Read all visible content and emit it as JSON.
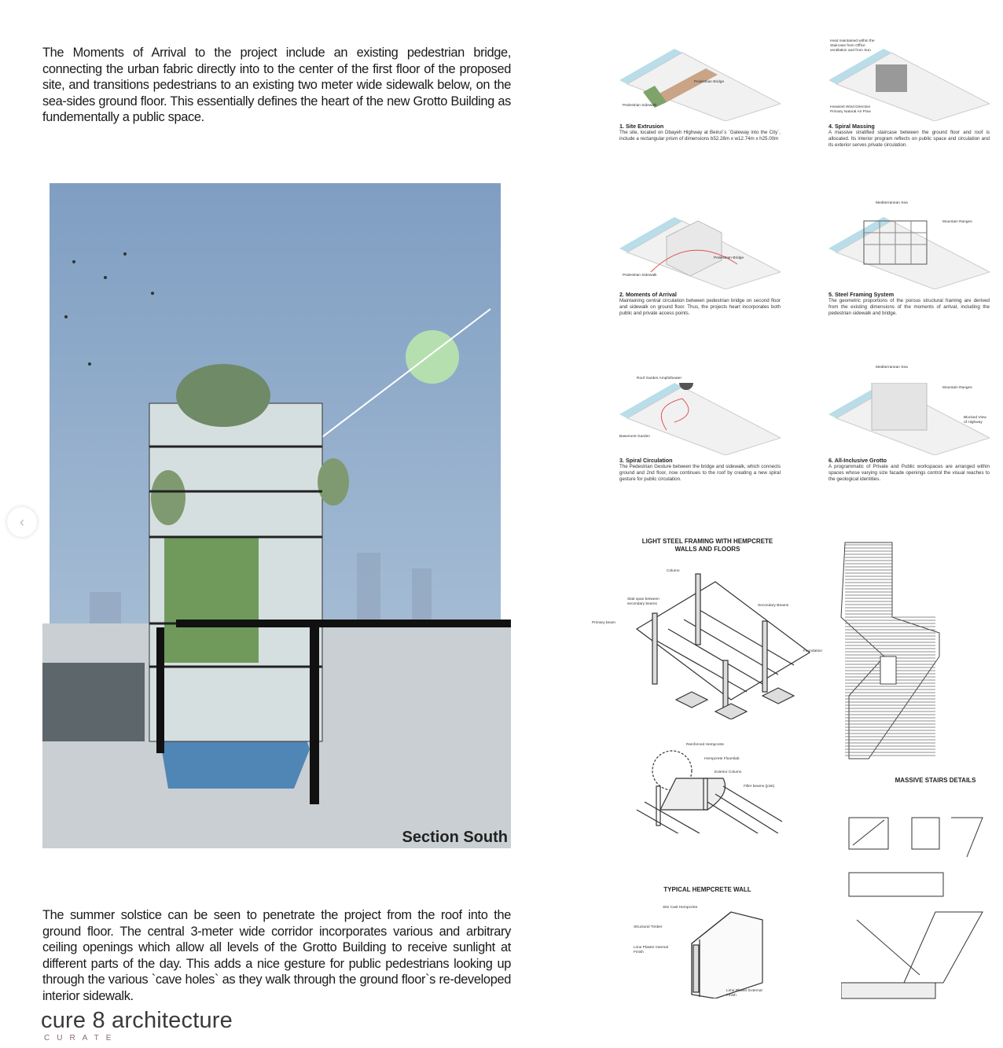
{
  "intro_text": "The Moments of Arrival to the project include an existing pedestrian bridge, connecting the urban fabric directly into to the center of the first floor of the proposed site, and transitions pedestrians to an existing two meter wide sidewalk below, on the sea-sides ground floor. This essentially defines the heart of the new Grotto Building as fundementally a public space.",
  "section": {
    "title": "Section South"
  },
  "nav": {
    "prev": "‹"
  },
  "closing_text": "The summer solstice can be seen to penetrate the project from the roof into the ground floor. The central 3-meter wide corridor incorporates various and arbitrary ceiling openings which allow all levels of the Grotto Building to receive sunlight at different parts of the day. This adds a nice gesture for public pedestrians looking up through the various `cave holes` as they walk through the ground floor`s re-developed interior sidewalk.",
  "diagrams": [
    {
      "title": "1.  Site Extrusion",
      "text": "The site, located on Dbayeh Highway at Beirut`s `Gateway into the City`, include a rectangular prism of dimensions b52.28m x w12.74m x h25.00m",
      "labels": [
        "Pedestrian Sidewalk",
        "Pedestrian Bridge"
      ]
    },
    {
      "title": "2.  Moments of Arrival",
      "text": "Maintaining central circulation between pedestrian bridge on second floor and sidewalk on ground floor. Thus, the projects heart incorporates both public and private access points.",
      "labels": [
        "Pedestrian Sidewalk",
        "Pedestrian Bridge"
      ]
    },
    {
      "title": "3.  Spiral Circulation",
      "text": "The Pedestrian Gesture between the bridge and sidewalk, which connects ground and 2nd floor, now continues to the roof by creating a  new spiral gesture for public circulation.",
      "labels": [
        "Roof Garden Amphitheater",
        "Basement Garden"
      ]
    },
    {
      "title": "4.  Spiral Massing",
      "text": "A massive stratified staircase between the ground floor and roof is allocated. Its interior program reflects on public space and circulation and its exterior serves private circulation.",
      "labels": [
        "Heat maintained within the Staircase from Office ventilation and from Sun",
        "Heaviest Wind Direction Primary Natural Air Flow"
      ]
    },
    {
      "title": "5.  Steel Framing System",
      "text": "The geometric proportions of the porous structural framing are derived from the existing dimensions of the moments of arrival, including the pedestrian sidewalk and bridge.",
      "labels": [
        "Mediterranean Sea",
        "Mountain Ranges"
      ]
    },
    {
      "title": "6.  All-Inclusive Grotto",
      "text": "A programmatic of Private and Public workspaces are arranged within spaces whose varying size facade openings control the visual reaches to the geological identities.",
      "labels": [
        "Mediterranean Sea",
        "Mountain Ranges",
        "Blocked View of Highway"
      ]
    }
  ],
  "details": {
    "framing_title": "LIGHT STEEL FRAMING WITH HEMPCRETE WALLS AND FLOORS",
    "framing_labels": [
      "Column",
      "Slab span between secondary beams",
      "Secondary Beams",
      "Primary beam",
      "Foundation"
    ],
    "hemp_labels": [
      "Reinforced Hempcrete",
      "Hempcrete Floorslab",
      "Exterior Column",
      "Filler beams (joist)"
    ],
    "wall_title": "TYPICAL HEMPCRETE WALL",
    "wall_labels": [
      "Site Cast Hempcrete",
      "Structural Timber",
      "Lime Plaster Internal Finish",
      "Lime Plaster External Finish"
    ],
    "stairs_title": "MASSIVE STAIRS DETAILS"
  },
  "brand": {
    "name": "cure 8 architecture",
    "tagline": "CURATE"
  },
  "colors": {
    "sky": "#8aa6c6",
    "sun": "#b6dfb0",
    "green": "#7ea36b",
    "water": "#4f86b6",
    "sea_strip": "#b9dde9"
  }
}
